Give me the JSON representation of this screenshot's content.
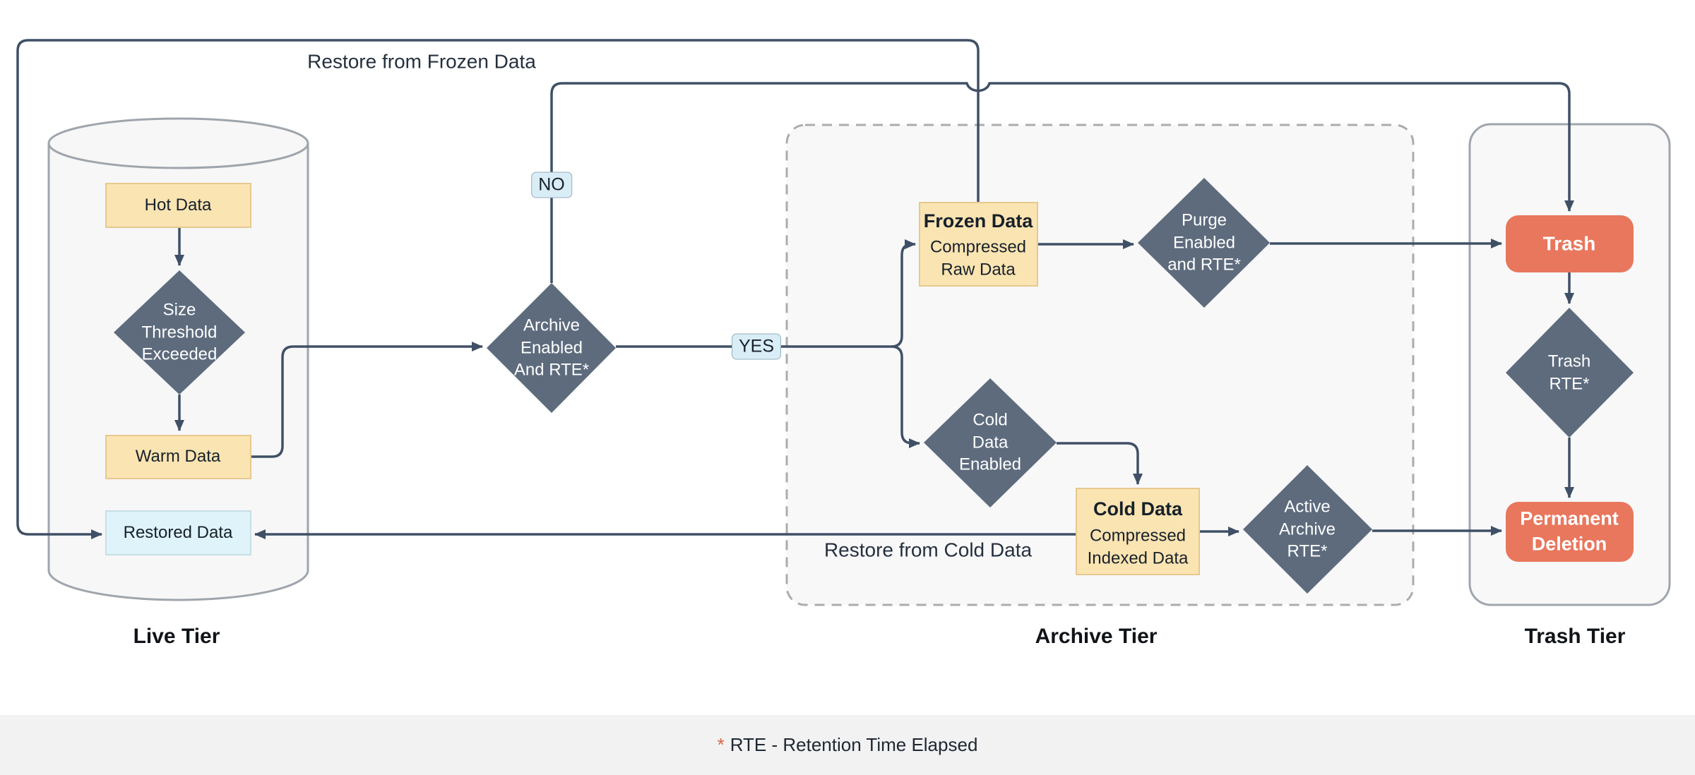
{
  "diagram": {
    "top_flow_label": "Restore from Frozen Data",
    "mid_flow_label": "Restore from Cold Data",
    "tiers": {
      "live": "Live Tier",
      "archive": "Archive Tier",
      "trash": "Trash Tier"
    },
    "nodes": {
      "hot_data": "Hot Data",
      "size_threshold": "Size Threshold Exceeded",
      "warm_data": "Warm Data",
      "restored_data": "Restored Data",
      "archive_enabled": "Archive Enabled And RTE*",
      "frozen_title": "Frozen Data",
      "frozen_sub": "Compressed Raw Data",
      "purge_enabled": "Purge Enabled and RTE*",
      "cold_enabled": "Cold Data Enabled",
      "cold_title": "Cold Data",
      "cold_sub": "Compressed Indexed Data",
      "active_archive": "Active Archive RTE*",
      "trash": "Trash",
      "trash_rte": "Trash RTE*",
      "permanent_deletion": "Permanent Deletion"
    },
    "edge_labels": {
      "no": "NO",
      "yes": "YES"
    },
    "footer": {
      "asterisk": "*",
      "note": "RTE - Retention Time Elapsed"
    },
    "colors": {
      "line": "#3f5066",
      "diamond_fill": "#5d6b7d",
      "box_yellow_fill": "#fae4b2",
      "box_yellow_border": "#e6c98f",
      "box_blue_fill": "#dff3fa",
      "box_blue_border": "#c9dee7",
      "box_salmon_fill": "#e8775d",
      "badge_fill": "#d9edf7",
      "container_fill": "#f8f8f9",
      "container_border": "#9fa5ac",
      "dashed_border": "#acacac",
      "footer_bg": "#f2f2f2",
      "footer_asterisk": "#dd6242"
    }
  }
}
